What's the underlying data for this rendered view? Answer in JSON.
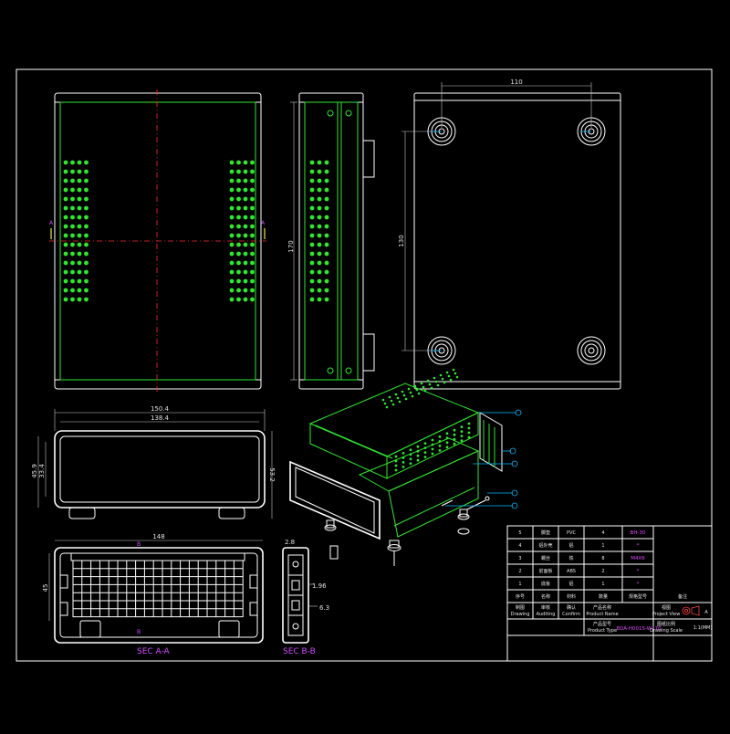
{
  "dimensions": {
    "top_width": "110",
    "top_height": "130",
    "side_height": "170",
    "front_outer_width": "150.4",
    "front_inner_width": "138.4",
    "front_height_left_a": "45.9",
    "front_height_left_b": "33.4",
    "front_height_right": "53.2",
    "sec_width": "148",
    "sec_height": "45",
    "detail_a": "2.8",
    "detail_b": "1.96",
    "detail_c": "6.3"
  },
  "markers": {
    "a_left": "A",
    "a_right": "A",
    "b_left": "B",
    "b_right": "B"
  },
  "section_labels": {
    "sec_aa": "SEC A-A",
    "sec_bb": "SEC B-B"
  },
  "title_block": {
    "rows": [
      {
        "no": "5",
        "name": "脚垫",
        "material": "PVC",
        "qty": "4",
        "note": "BH-30"
      },
      {
        "no": "4",
        "name": "铝外壳",
        "material": "铝",
        "qty": "1",
        "note": "*"
      },
      {
        "no": "3",
        "name": "螺丝",
        "material": "铁",
        "qty": "8",
        "note": "M4X6"
      },
      {
        "no": "2",
        "name": "前面板",
        "material": "ABS",
        "qty": "2",
        "note": "*"
      },
      {
        "no": "1",
        "name": "底板",
        "material": "铝",
        "qty": "1",
        "note": "*"
      }
    ],
    "header_cn": [
      "序号",
      "名称",
      "材料",
      "数量",
      "规格型号",
      "备注"
    ],
    "drawing_cn": "制图",
    "drawing_en": "Drawing",
    "auditing_cn": "审核",
    "auditing_en": "Auditing",
    "confirm_cn": "确认",
    "confirm_en": "Confirm",
    "product_name_cn": "产品名称",
    "product_name_en": "Product Name",
    "product_type_cn": "产品型号",
    "product_type_en": "Product Type",
    "product_type_value": "BDA-H0015-W170",
    "project_view_cn": "视图",
    "project_view_en": "Project View",
    "drawing_scale_cn": "图纸比例",
    "drawing_scale_en": "Drawing Scale",
    "scale_value": "1:1(MM)",
    "sheet_letter": "A"
  },
  "balloons": [
    "1",
    "2",
    "3",
    "4",
    "5"
  ],
  "colors": {
    "background": "#000000",
    "outline": "#ffffff",
    "body": "#2ee82e",
    "dimension": "#c8c8c8",
    "leader": "#00b8ff",
    "centerline": "#ff2a2a",
    "section_text": "#d24bff"
  }
}
